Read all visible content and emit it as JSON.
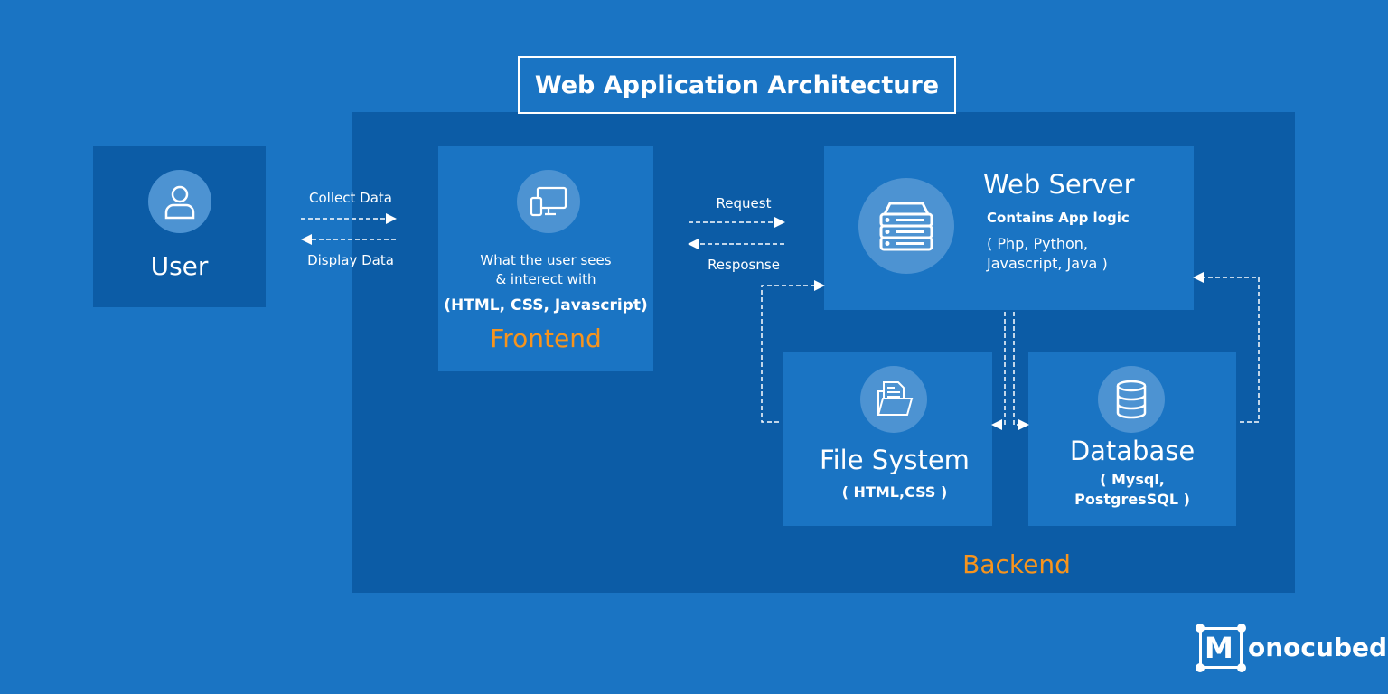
{
  "title": "Web  Application Architecture",
  "user": {
    "label": "User",
    "icon": "user-icon"
  },
  "user_frontend_arrows": {
    "collect": "Collect Data",
    "display": "Display Data"
  },
  "frontend": {
    "line1": "What the user sees",
    "line2": "& interect with",
    "tech": "(HTML, CSS, Javascript)",
    "label": "Frontend",
    "icon": "devices-icon"
  },
  "frontend_server_arrows": {
    "request": "Request",
    "response": "Resposnse"
  },
  "web_server": {
    "label": "Web Server",
    "sub": "Contains App logic",
    "tech1": "( Php, Python,",
    "tech2": "Javascript, Java )",
    "icon": "server-icon"
  },
  "file_system": {
    "label": "File System",
    "tech": "( HTML,CSS )",
    "icon": "folder-icon"
  },
  "database": {
    "label": "Database",
    "tech1": "( Mysql,",
    "tech2": "PostgresSQL )",
    "icon": "database-icon"
  },
  "backend_label": "Backend",
  "logo": {
    "letter": "M",
    "text": "onocubed"
  },
  "colors": {
    "background": "#1a74c3",
    "panel": "#0c5ca6",
    "accent": "#f7941d",
    "icon_circle": "#4d93d2"
  }
}
